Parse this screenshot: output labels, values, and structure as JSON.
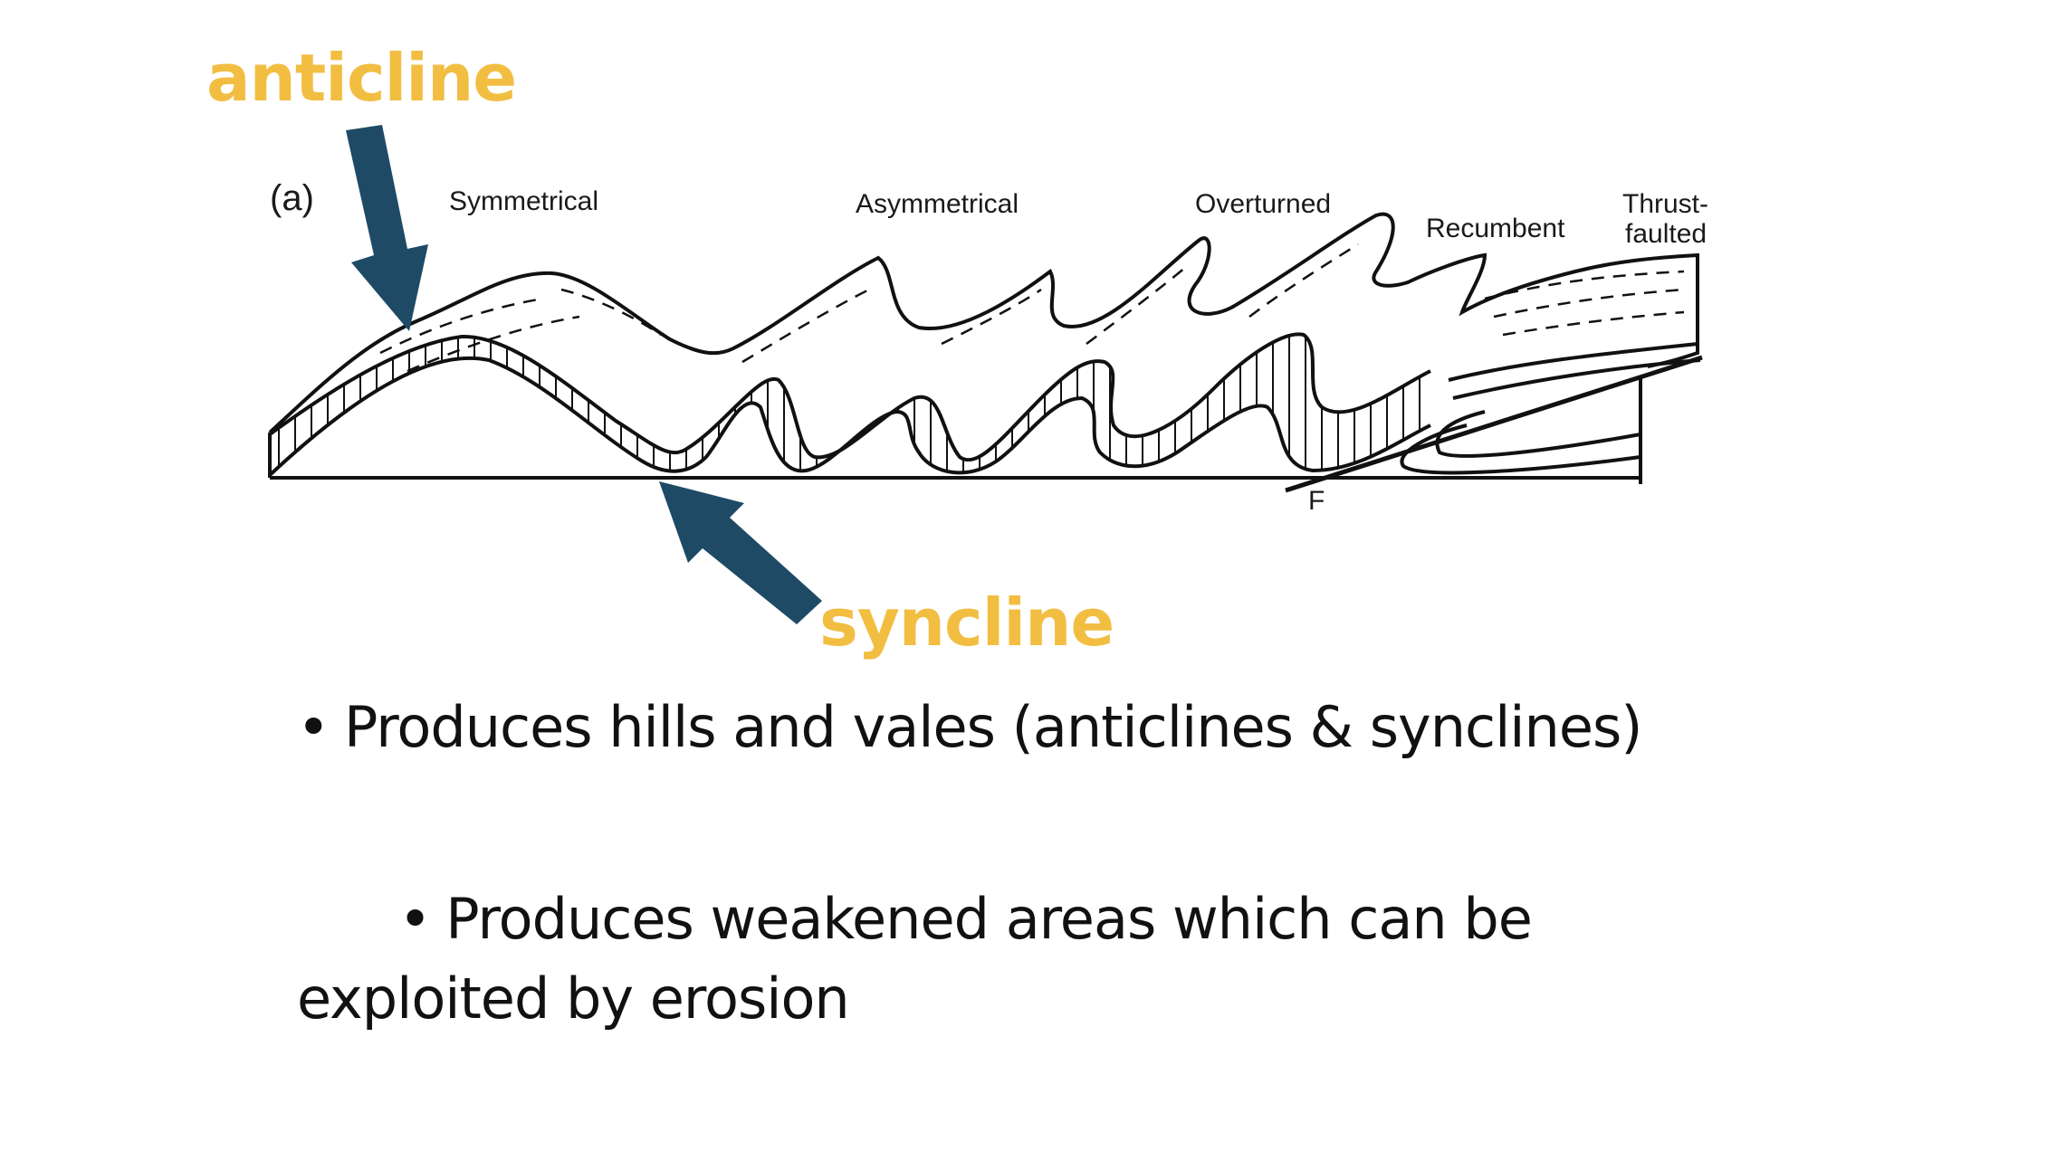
{
  "colors": {
    "callout": "#F2BE42",
    "arrow": "#1E4A66",
    "ink": "#111111",
    "background": "#FFFFFF"
  },
  "callouts": {
    "anticline": "anticline",
    "syncline": "syncline"
  },
  "figure": {
    "panel_label": "(a)",
    "fold_types": [
      "Symmetrical",
      "Asymmetrical",
      "Overturned",
      "Recumbent",
      "Thrust-",
      "faulted"
    ],
    "fault_label": "F"
  },
  "bullets": [
    {
      "marker": "•",
      "text": "Produces hills and vales (anticlines & synclines)"
    },
    {
      "marker": "•",
      "text": "Produces weakened areas which can be    exploited by erosion"
    }
  ]
}
